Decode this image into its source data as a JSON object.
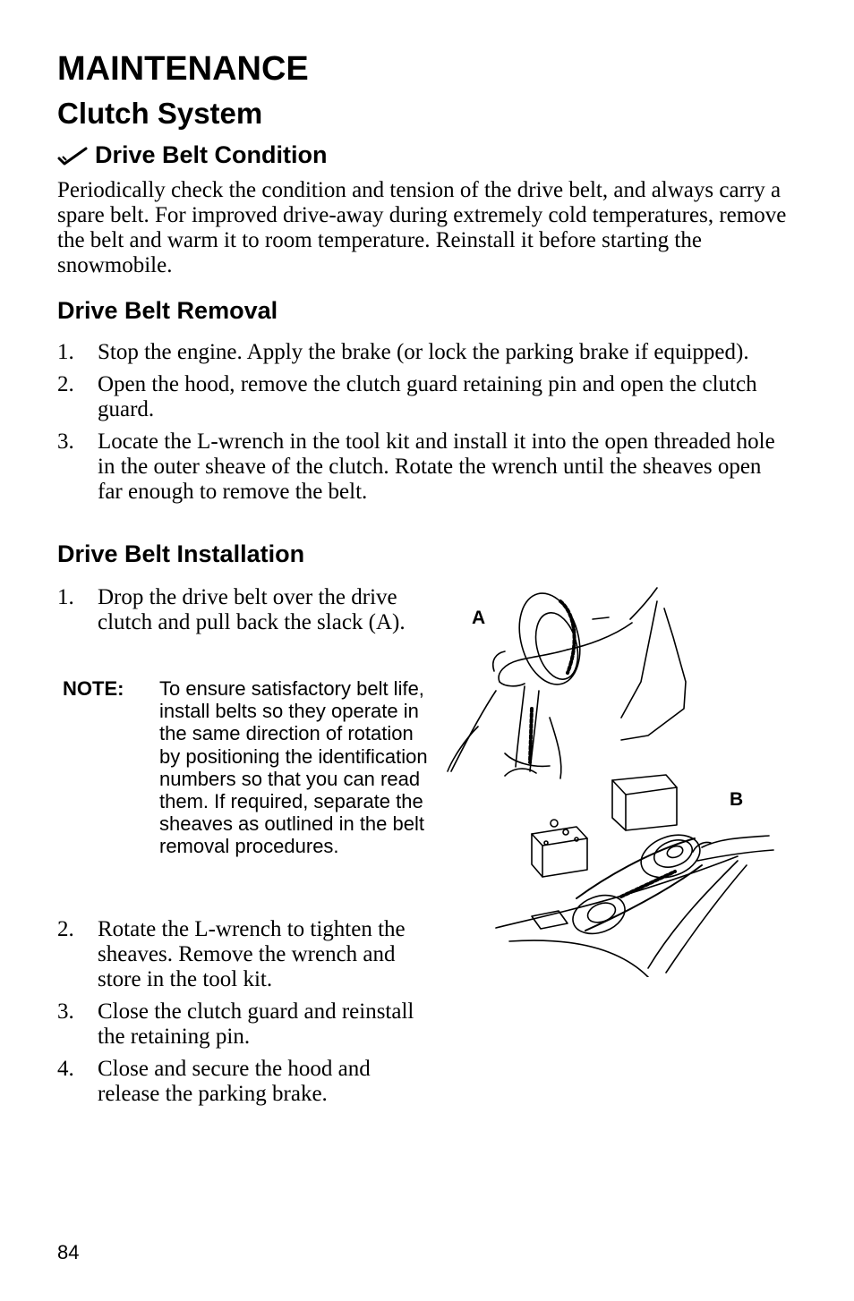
{
  "header": {
    "title": "MAINTENANCE",
    "subtitle": "Clutch System"
  },
  "condition": {
    "icon": "checkmark-icon",
    "heading": "Drive Belt Condition",
    "body": "Periodically check the condition and tension of the drive belt, and always carry a spare belt.  For improved drive-away during extremely cold temperatures, remove the belt and warm it to room temperature. Reinstall it before starting the snowmobile."
  },
  "removal": {
    "heading": "Drive Belt Removal",
    "steps": [
      {
        "num": "1.",
        "text": "Stop the engine.  Apply the brake (or lock the parking brake if equipped)."
      },
      {
        "num": "2.",
        "text": "Open the hood, remove the clutch guard retaining pin and open the clutch guard."
      },
      {
        "num": "3.",
        "text": "Locate the L-wrench in the tool kit and install it into the open threaded hole in the outer sheave of the clutch.  Rotate the wrench until the sheaves open far enough to remove the belt."
      }
    ]
  },
  "installation": {
    "heading": "Drive Belt Installation",
    "steps": [
      {
        "num": "1.",
        "text": "Drop the drive belt over the drive clutch and pull back the slack (A)."
      },
      {
        "num": "2.",
        "text": "Rotate the L-wrench to tighten the sheaves.  Remove the wrench and store in the tool kit."
      },
      {
        "num": "3.",
        "text": "Close the clutch guard and reinstall the retaining pin."
      },
      {
        "num": "4.",
        "text": "Close and secure the hood and release the parking brake."
      }
    ],
    "note_label": "NOTE:",
    "note_text": "To ensure satisfactory belt life, install belts so they operate in the same direction of rotation by positioning the identification numbers so that you can read them.  If required, separate the sheaves as outlined in the belt removal procedures."
  },
  "figure": {
    "label_a": "A",
    "label_b": "B"
  },
  "footer": {
    "page_number": "84"
  }
}
